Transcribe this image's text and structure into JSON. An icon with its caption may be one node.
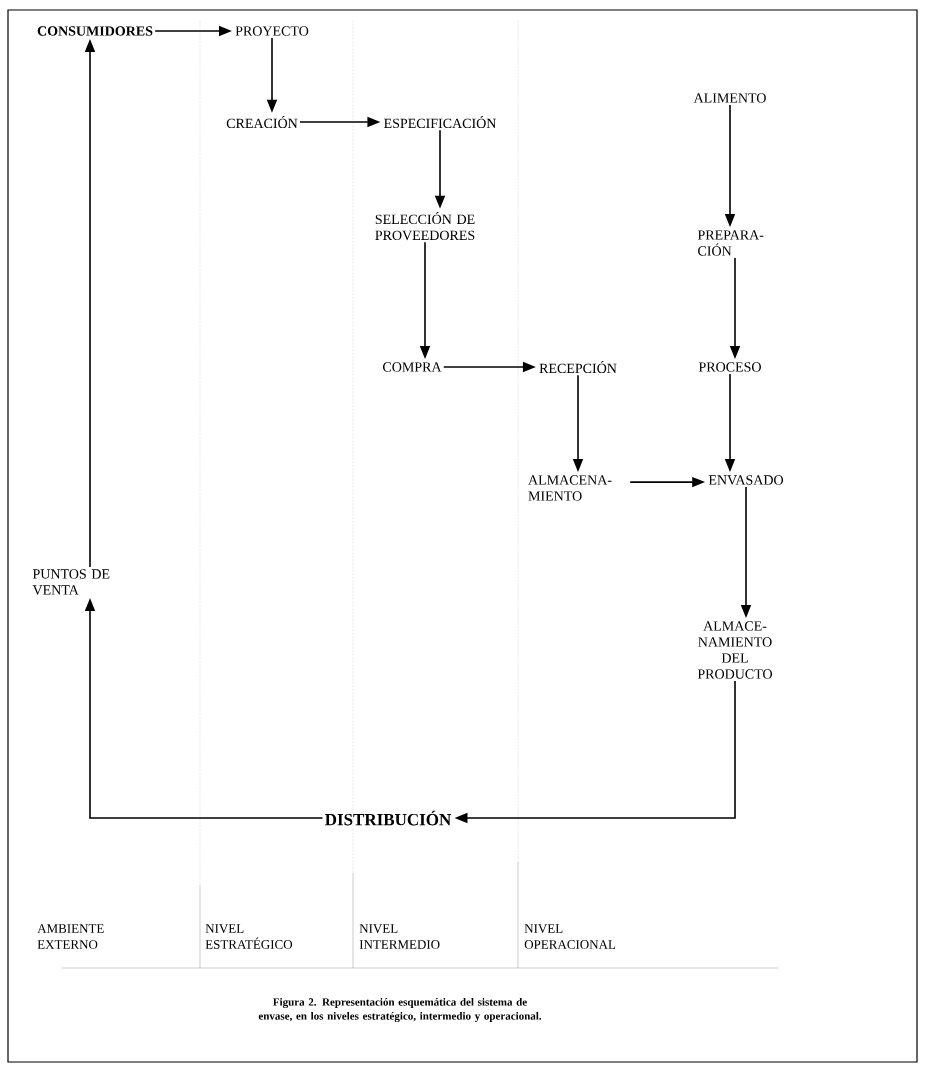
{
  "diagram": {
    "caption": "Figura 2. Representación esquemática del sistema de envase, en los niveles estratégico, intermedio y operacional.",
    "nodes": [
      {
        "text": [
          "CONSUMIDORES"
        ]
      },
      {
        "text": [
          "PROYECTO"
        ]
      },
      {
        "text": [
          "CREACIÓN"
        ]
      },
      {
        "text": [
          "ESPECIFICACIÓN"
        ]
      },
      {
        "text": [
          "SELECCIÓN DE PROVEEDORES"
        ]
      },
      {
        "text": [
          "COMPRA"
        ]
      },
      {
        "text": [
          "RECEPCIÓN"
        ]
      },
      {
        "text": [
          "ALIMENTO"
        ]
      },
      {
        "text": [
          "PREPARA- CIÓN"
        ]
      },
      {
        "text": [
          "PROCESO"
        ]
      },
      {
        "text": [
          "ALMACENA- MIENTO"
        ]
      },
      {
        "text": [
          "ENVASADO"
        ]
      },
      {
        "text": [
          "ALMACE- NAMIENTO DEL PRODUCTO"
        ]
      },
      {
        "text": [
          "PUNTOS DE VENTA"
        ]
      },
      {
        "text": [
          "DISTRIBUCIÓN"
        ]
      }
    ],
    "edges": [
      {
        "from": 0,
        "to": 1,
        "arrow": "to"
      },
      {
        "from": 1,
        "to": 2,
        "arrow": "to"
      },
      {
        "from": 2,
        "to": 3,
        "arrow": "to"
      },
      {
        "from": 3,
        "to": 4,
        "arrow": "to"
      },
      {
        "from": 4,
        "to": 5,
        "arrow": "to"
      },
      {
        "from": 5,
        "to": 6,
        "arrow": "to"
      },
      {
        "from": 7,
        "to": 8,
        "arrow": "to"
      },
      {
        "from": 8,
        "to": 9,
        "arrow": "to"
      },
      {
        "from": 6,
        "to": 10,
        "arrow": "to"
      },
      {
        "from": 10,
        "to": 11,
        "arrow": "to"
      },
      {
        "from": 9,
        "to": 11,
        "arrow": "to"
      },
      {
        "from": 11,
        "to": 12,
        "arrow": "to"
      },
      {
        "from": 12,
        "to": 14,
        "arrow": "to"
      },
      {
        "from": 14,
        "to": 13,
        "arrow": "to"
      },
      {
        "from": 13,
        "to": 0,
        "arrow": "to"
      }
    ],
    "labels": [
      "AMBIENTE EXTERNO",
      "NIVEL ESTRATÉGICO",
      "NIVEL INTERMEDIO",
      "NIVEL OPERACIONAL"
    ]
  }
}
